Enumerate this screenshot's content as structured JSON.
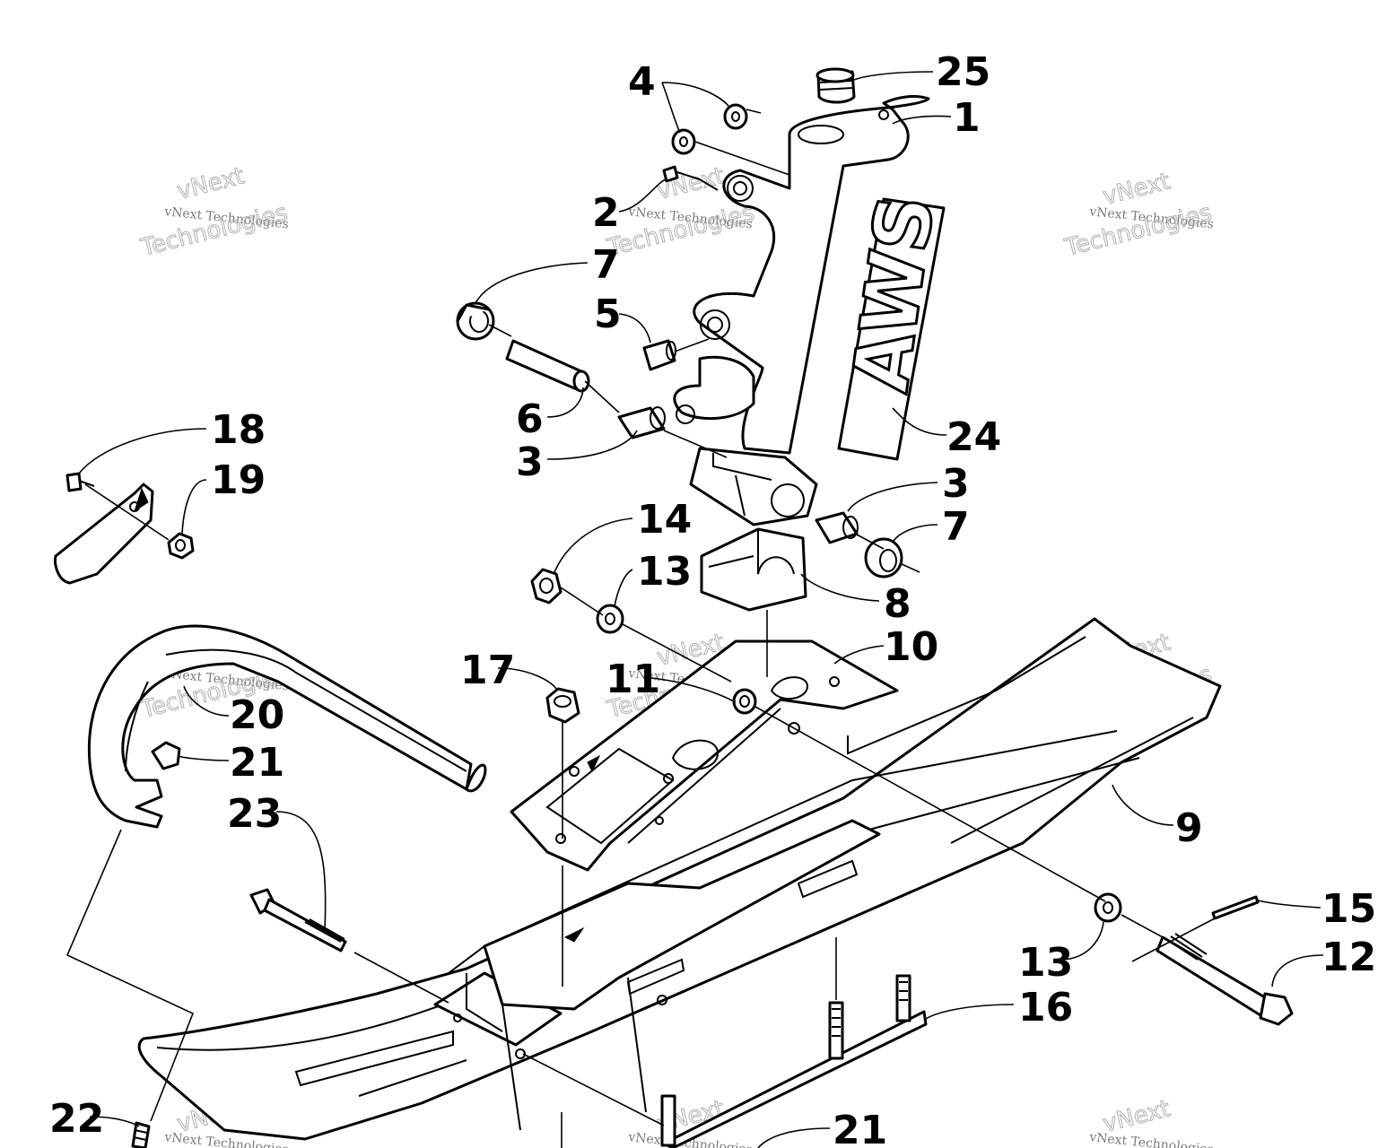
{
  "diagram": {
    "callouts": [
      {
        "id": "c25",
        "text": "25"
      },
      {
        "id": "c1",
        "text": "1"
      },
      {
        "id": "c4",
        "text": "4"
      },
      {
        "id": "c2",
        "text": "2"
      },
      {
        "id": "c7a",
        "text": "7"
      },
      {
        "id": "c5",
        "text": "5"
      },
      {
        "id": "c6",
        "text": "6"
      },
      {
        "id": "c3a",
        "text": "3"
      },
      {
        "id": "c24",
        "text": "24"
      },
      {
        "id": "c3b",
        "text": "3"
      },
      {
        "id": "c7b",
        "text": "7"
      },
      {
        "id": "c18",
        "text": "18"
      },
      {
        "id": "c19",
        "text": "19"
      },
      {
        "id": "c14",
        "text": "14"
      },
      {
        "id": "c13a",
        "text": "13"
      },
      {
        "id": "c8",
        "text": "8"
      },
      {
        "id": "c10",
        "text": "10"
      },
      {
        "id": "c17",
        "text": "17"
      },
      {
        "id": "c11",
        "text": "11"
      },
      {
        "id": "c20",
        "text": "20"
      },
      {
        "id": "c21a",
        "text": "21"
      },
      {
        "id": "c23",
        "text": "23"
      },
      {
        "id": "c9",
        "text": "9"
      },
      {
        "id": "c15",
        "text": "15"
      },
      {
        "id": "c13b",
        "text": "13"
      },
      {
        "id": "c12",
        "text": "12"
      },
      {
        "id": "c16",
        "text": "16"
      },
      {
        "id": "c22",
        "text": "22"
      },
      {
        "id": "c21b",
        "text": "21"
      }
    ],
    "logo": "AWS",
    "watermark": {
      "line1": "vNext Technologies",
      "line2": "vNext",
      "line3": "Technologies"
    },
    "colors": {
      "ink": "#000000",
      "paper": "#ffffff",
      "watermark": "#9a9a9a"
    }
  }
}
